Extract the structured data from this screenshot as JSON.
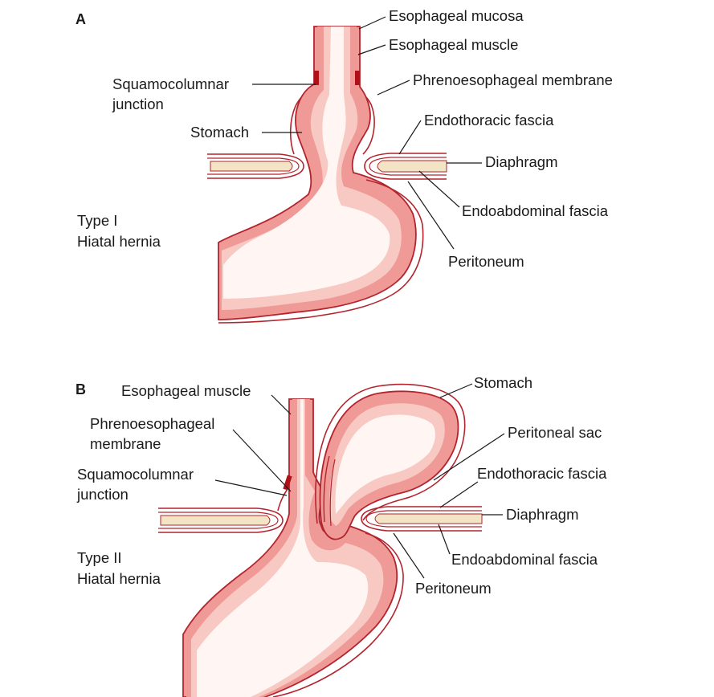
{
  "colors": {
    "outer_line": "#b3242d",
    "wall": "#f09a98",
    "lumen_edge": "#f8c9c2",
    "lumen": "#fdebe6",
    "lumen_core": "#fff6f3",
    "diaphragm": "#f3e4c6",
    "junction": "#b01018",
    "text": "#1a1a1a"
  },
  "panel_a": {
    "letter": "A",
    "type_label": "Type I",
    "subtitle": "Hiatal hernia",
    "labels": {
      "esophageal_mucosa": "Esophageal mucosa",
      "esophageal_muscle": "Esophageal muscle",
      "squamocolumnar_1": "Squamocolumnar",
      "squamocolumnar_2": "junction",
      "phrenoesophageal_membrane": "Phrenoesophageal membrane",
      "stomach": "Stomach",
      "endothoracic_fascia": "Endothoracic fascia",
      "diaphragm": "Diaphragm",
      "endoabdominal_fascia": "Endoabdominal fascia",
      "peritoneum": "Peritoneum"
    }
  },
  "panel_b": {
    "letter": "B",
    "type_label": "Type II",
    "subtitle": "Hiatal hernia",
    "labels": {
      "esophageal_muscle": "Esophageal muscle",
      "phrenoesophageal_1": "Phrenoesophageal",
      "phrenoesophageal_2": "membrane",
      "squamocolumnar_1": "Squamocolumnar",
      "squamocolumnar_2": "junction",
      "stomach": "Stomach",
      "peritoneal_sac": "Peritoneal sac",
      "endothoracic_fascia": "Endothoracic fascia",
      "diaphragm": "Diaphragm",
      "endoabdominal_fascia": "Endoabdominal fascia",
      "peritoneum": "Peritoneum"
    }
  }
}
